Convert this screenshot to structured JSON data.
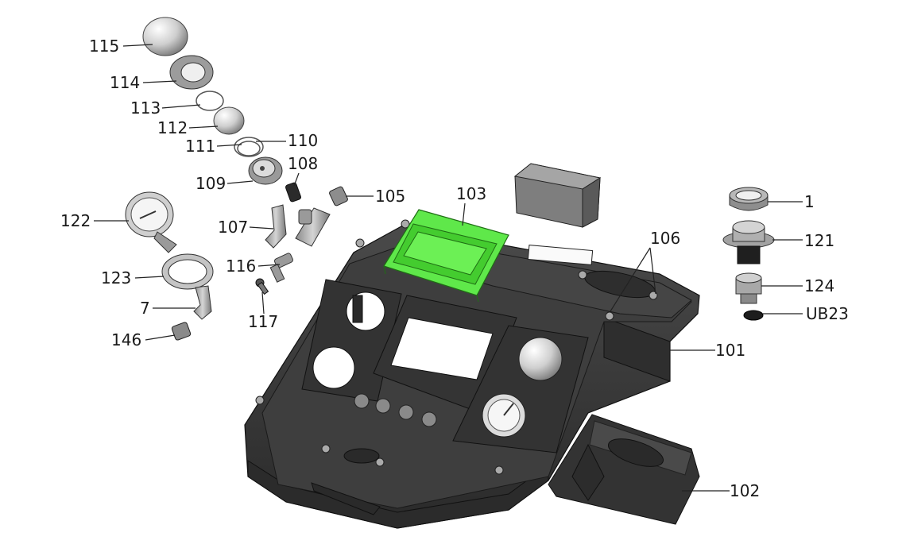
{
  "callouts": {
    "c115": "115",
    "c114": "114",
    "c113": "113",
    "c112": "112",
    "c111": "111",
    "c110": "110",
    "c109": "109",
    "c108": "108",
    "c105": "105",
    "c103": "103",
    "c107": "107",
    "c122": "122",
    "c116": "116",
    "c123": "123",
    "c7": "7",
    "c117": "117",
    "c146": "146",
    "c106": "106",
    "c1": "1",
    "c121": "121",
    "c124": "124",
    "cUB23": "UB23",
    "c101": "101",
    "c102": "102"
  },
  "colors": {
    "housing": "#3a3a3a",
    "housing_edge": "#1e1e1e",
    "highlight_part": "#5fe84a",
    "metal": "#c9c9c9"
  }
}
